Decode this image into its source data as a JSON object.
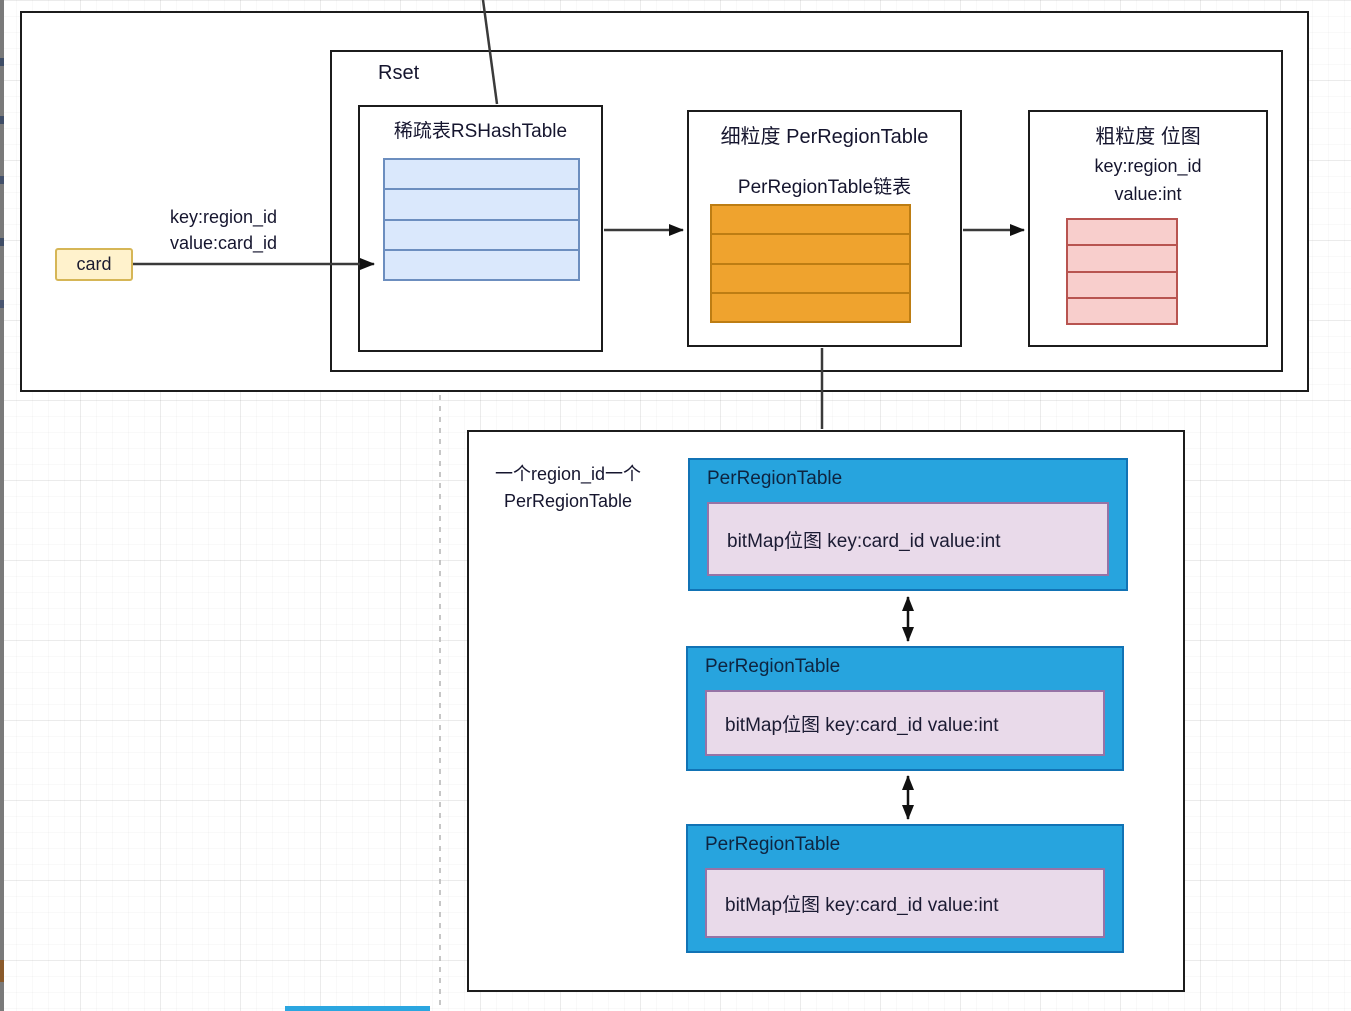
{
  "diagram": {
    "rset": {
      "label": "Rset"
    },
    "sparse_table": {
      "title": "稀疏表RSHashTable",
      "rows": 4
    },
    "fine_grained": {
      "title": "细粒度 PerRegionTable",
      "subtitle": "PerRegionTable链表",
      "rows": 4
    },
    "coarse_grained": {
      "title": "粗粒度 位图",
      "key_line": "key:region_id",
      "value_line": "value:int",
      "rows": 4
    },
    "card": {
      "label": "card"
    },
    "card_edge": {
      "label_line1": "key:region_id",
      "label_line2": "value:card_id"
    },
    "bottom_panel": {
      "note_line1": "一个region_id一个",
      "note_line2": "PerRegionTable",
      "nodes": [
        {
          "header": "PerRegionTable",
          "body": "bitMap位图  key:card_id value:int"
        },
        {
          "header": "PerRegionTable",
          "body": "bitMap位图  key:card_id value:int"
        },
        {
          "header": "PerRegionTable",
          "body": "bitMap位图  key:card_id value:int"
        }
      ]
    },
    "colors": {
      "sparse_fill": "#DAE8FC",
      "sparse_border": "#6C8EBF",
      "fine_fill": "#EFA32E",
      "fine_border": "#BD7D13",
      "coarse_fill": "#F8CECC",
      "coarse_border": "#B85450",
      "card_fill": "#FFF2CC",
      "card_border": "#D6B656",
      "node_fill": "#27A4DE",
      "node_border": "#1173B5",
      "inner_fill": "#E9DAEA",
      "inner_border": "#9673A6"
    }
  }
}
